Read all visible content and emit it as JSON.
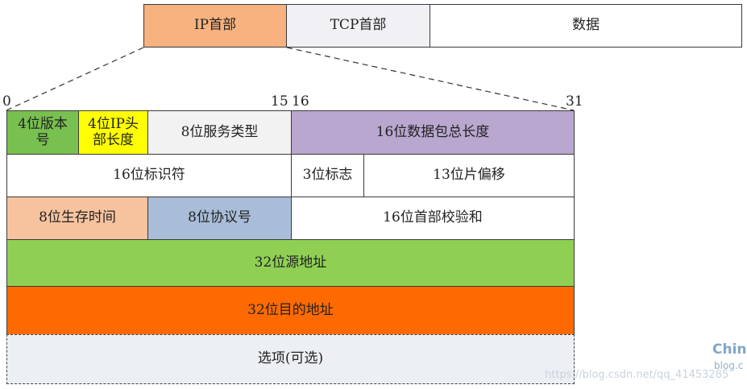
{
  "packet": {
    "ip_header": "IP首部",
    "tcp_header": "TCP首部",
    "data": "数据"
  },
  "bit_ticks": {
    "start": "0",
    "mid_end": "15",
    "mid_start": "16",
    "end": "31"
  },
  "fields": {
    "version": "4位版本号",
    "ihl": "4位IP头部长度",
    "tos": "8位服务类型",
    "total_length": "16位数据包总长度",
    "identification": "16位标识符",
    "flags": "3位标志",
    "fragment_offset": "13位片偏移",
    "ttl": "8位生存时间",
    "protocol": "8位协议号",
    "checksum": "16位首部校验和",
    "src_addr": "32位源地址",
    "dst_addr": "32位目的地址",
    "options": "选项(可选)"
  },
  "colors": {
    "ip_header": "#f7b27f",
    "tcp_header": "#f1f0f5",
    "version": "#78c04f",
    "ihl": "#ffff00",
    "tos": "#f2f2f2",
    "total_length": "#b9a7cf",
    "ttl": "#f7c39f",
    "protocol": "#a9bdd8",
    "src_addr": "#8fd054",
    "dst_addr": "#ff6a00",
    "options": "#eceff3"
  },
  "watermark": {
    "url": "https://blog.csdn.net/qq_41453285",
    "brand": "China",
    "brand_sub": "blog.c"
  }
}
